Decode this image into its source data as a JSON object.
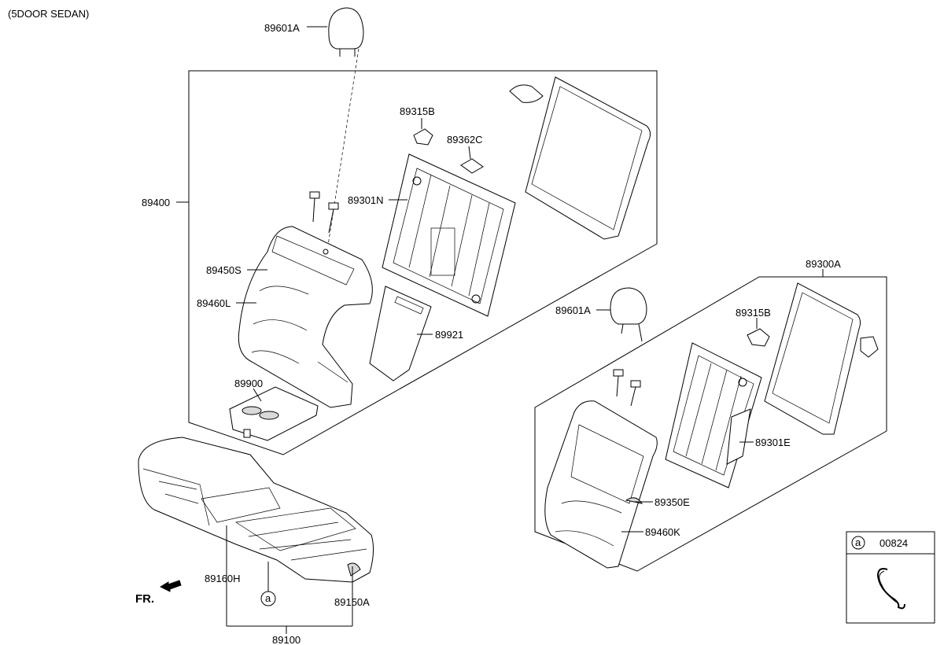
{
  "header": {
    "variant": "(5DOOR SEDAN)"
  },
  "callouts": {
    "headrest_top": "89601A",
    "backrest_assy": "89400",
    "backrest_trim_left": "89450S",
    "backrest_pad_left": "89460L",
    "armrest": "89900",
    "frame_left": "89301N",
    "bracket_b_top": "89315B",
    "cover_c": "89362C",
    "back_board": "89921",
    "backrest_assy_right": "89300A",
    "headrest_right": "89601A",
    "bracket_b_right": "89315B",
    "frame_right": "89301E",
    "trim_right": "89350E",
    "pad_right": "89460K",
    "cushion_pad": "89160H",
    "cushion_trim": "89150A",
    "cushion_assy": "89100",
    "legend_code": "00824"
  },
  "markers": {
    "ref": "a"
  },
  "direction": {
    "front": "FR."
  }
}
